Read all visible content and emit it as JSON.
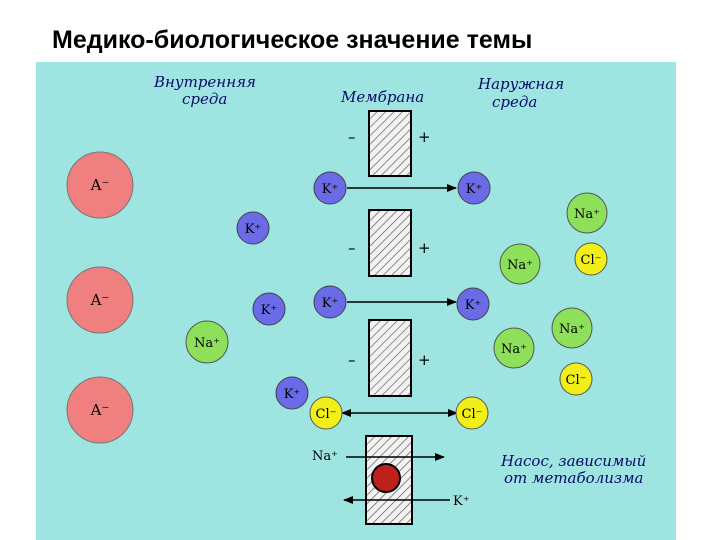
{
  "title": "Медико-биологическое значение темы",
  "labels": {
    "inner": [
      "Внутренняя",
      "среда"
    ],
    "membrane": "Мембрана",
    "outer": [
      "Наружная",
      "среда"
    ],
    "pump": [
      "Насос, зависимый",
      "от метаболизма"
    ]
  },
  "signs": {
    "minus": "–",
    "plus": "+"
  },
  "ions": {
    "anion": "A⁻",
    "k": "K⁺",
    "na": "Na⁺",
    "cl": "Cl⁻",
    "na_pump": "Na⁺",
    "k_pump": "K⁺"
  },
  "colors": {
    "background": "#9ee5e1",
    "anion": "#f07f7f",
    "potassium": "#6b6be8",
    "sodium": "#8ee05a",
    "chloride": "#f2ee1a",
    "pump": "#c0201c"
  }
}
